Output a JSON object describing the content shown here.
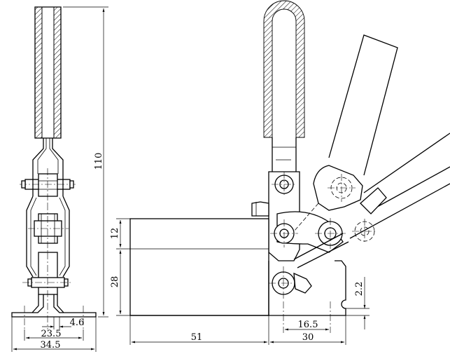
{
  "dimensions": {
    "overall_height": "110",
    "body_upper_height": "12",
    "body_lower_height": "28",
    "base_offset": "4.6",
    "hole_spacing": "23.5",
    "base_width": "34.5",
    "body_length": "51",
    "base_length": "30",
    "base_hole_spacing": "16.5",
    "base_thickness": "2.2"
  },
  "colors": {
    "line": "#000000",
    "background": "#ffffff"
  }
}
